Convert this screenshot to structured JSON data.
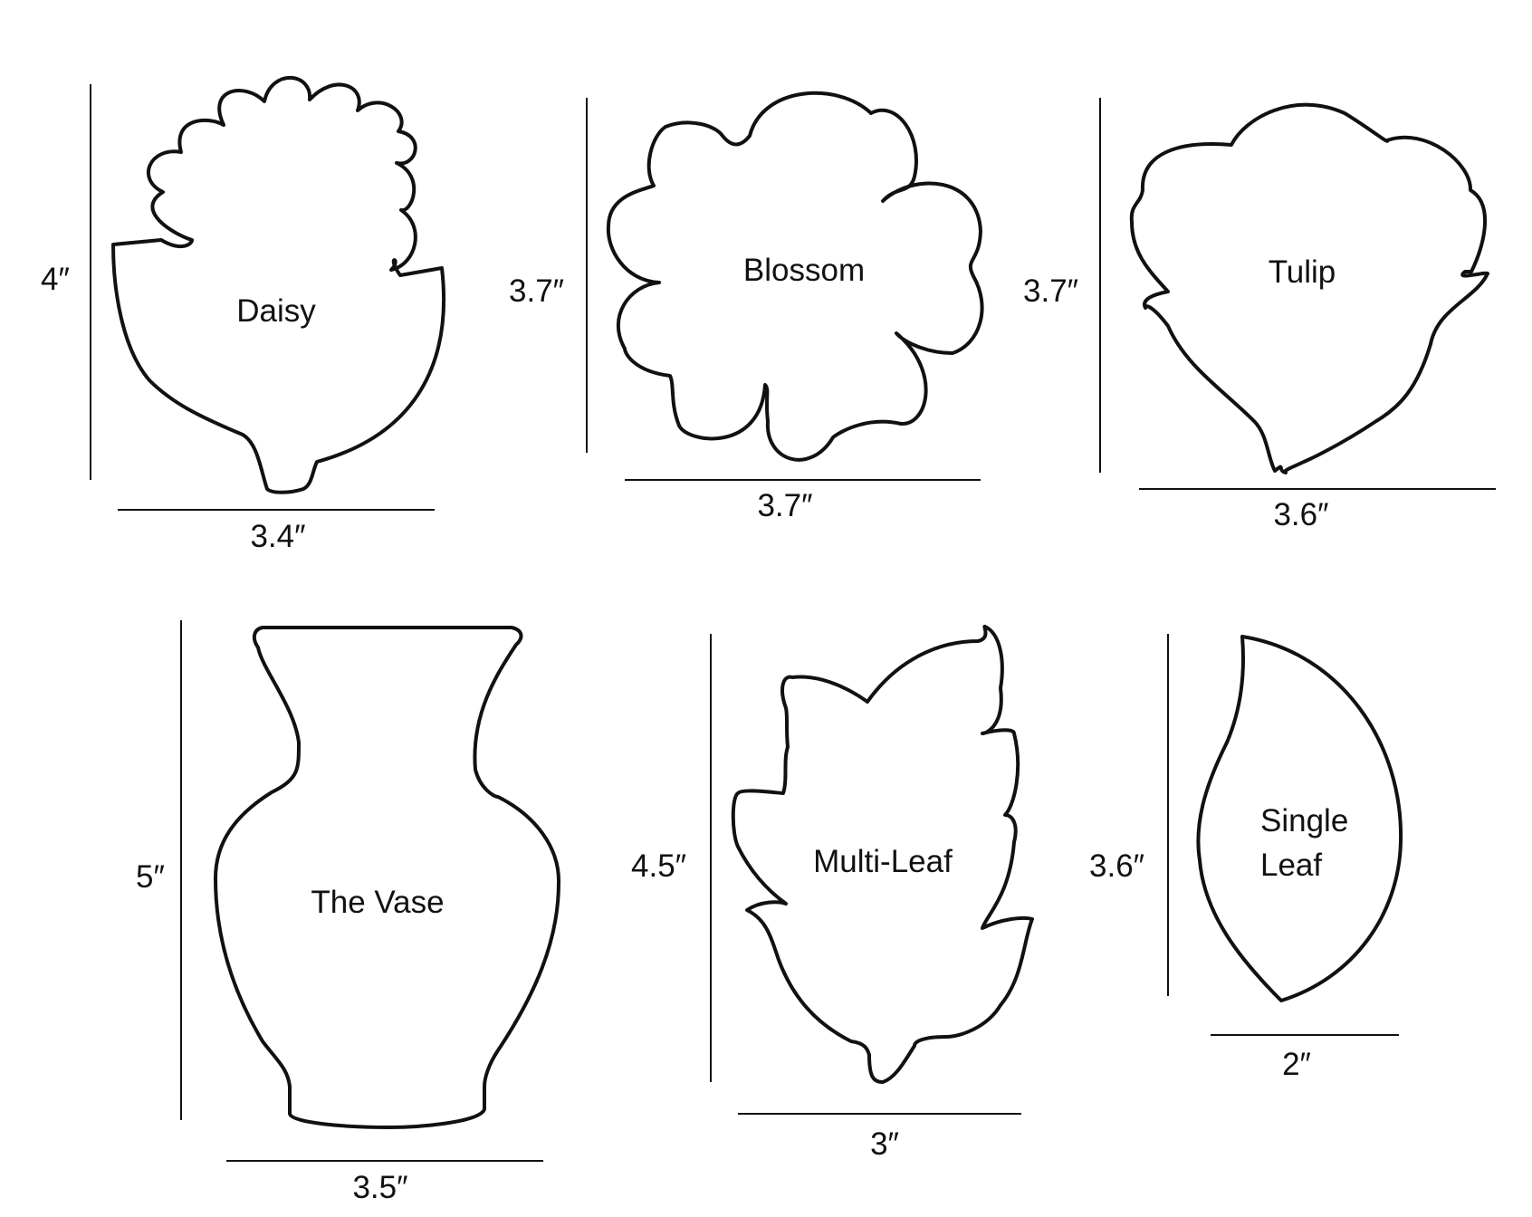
{
  "templates": [
    {
      "name": "Daisy",
      "label_lines": [
        "Daisy"
      ],
      "height": "4″",
      "width": "3.4″"
    },
    {
      "name": "Blossom",
      "label_lines": [
        "Blossom"
      ],
      "height": "3.7″",
      "width": "3.7″"
    },
    {
      "name": "Tulip",
      "label_lines": [
        "Tulip"
      ],
      "height": "3.7″",
      "width": "3.6″"
    },
    {
      "name": "The Vase",
      "label_lines": [
        "The Vase"
      ],
      "height": "5″",
      "width": "3.5″"
    },
    {
      "name": "Multi-Leaf",
      "label_lines": [
        "Multi-Leaf"
      ],
      "height": "4.5″",
      "width": "3″"
    },
    {
      "name": "Single Leaf",
      "label_lines": [
        "Single",
        "Leaf"
      ],
      "height": "3.6″",
      "width": "2″"
    }
  ],
  "colors": {
    "stroke": "#111111",
    "background": "#ffffff"
  }
}
